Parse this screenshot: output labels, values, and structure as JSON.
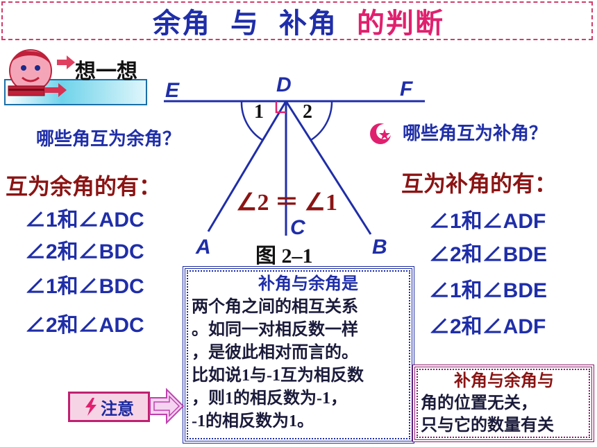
{
  "title": {
    "part1": "余角",
    "part2": "与",
    "part3": "补角",
    "part4": "的判断"
  },
  "think": {
    "label": "想一想"
  },
  "left": {
    "question": "哪些角互为余角？",
    "heading": "互为余角的有：",
    "items": [
      "∠1和∠ADC",
      "∠2和∠BDC",
      "∠1和∠BDC",
      "∠2和∠ADC"
    ]
  },
  "right": {
    "question": "哪些角互为补角？",
    "heading": "互为补角的有：",
    "items": [
      "∠1和∠ADF",
      "∠2和∠BDE",
      "∠1和∠BDE",
      "∠2和∠ADF"
    ]
  },
  "figure": {
    "points": {
      "E": "E",
      "D": "D",
      "F": "F",
      "A": "A",
      "C": "C",
      "B": "B"
    },
    "angle1": "1",
    "angle2": "2",
    "equation": "∠2 ＝ ∠1",
    "caption": "图 2–1"
  },
  "note": {
    "lines": [
      "　　　　补角与余角是",
      "两个角之间的相互关系",
      "。如同一对相反数一样",
      "，是彼此相对而言的。",
      "比如说1与-1互为相反数",
      "，则1的相反数为-1，",
      "-1的相反数为1。"
    ]
  },
  "note2": {
    "lines": [
      "　　补角与余角与",
      "角的位置无关，",
      "只与它的数量有关"
    ]
  },
  "attention": {
    "label": "注意"
  },
  "colors": {
    "blue": "#1f2ea8",
    "pink": "#e0206e",
    "darkred": "#8b1414"
  }
}
